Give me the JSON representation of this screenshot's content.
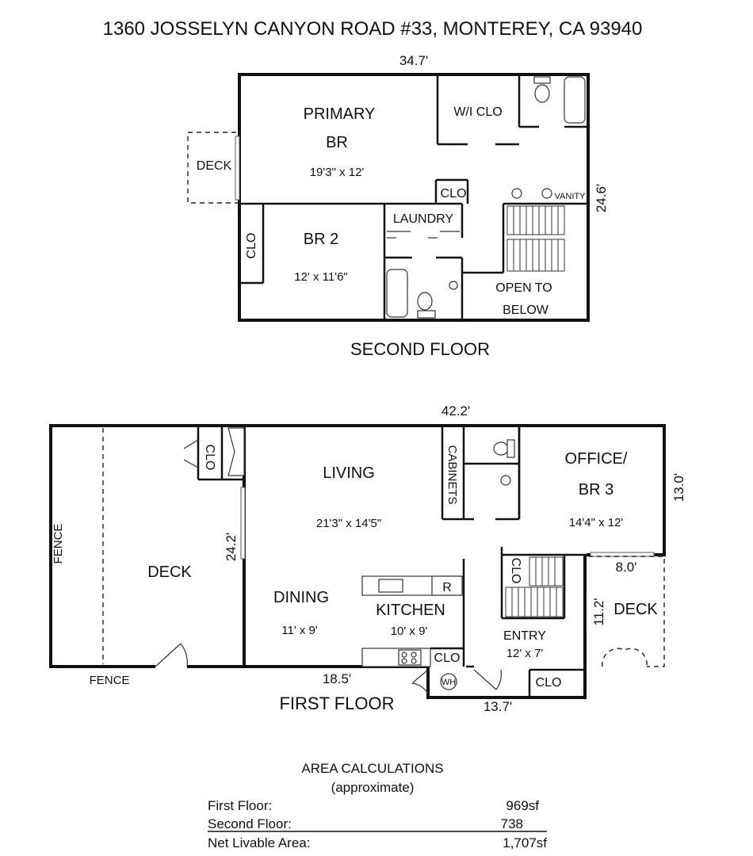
{
  "title": "1360 JOSSELYN CANYON ROAD #33, MONTEREY, CA 93940",
  "second_floor": {
    "label": "SECOND FLOOR",
    "width": "34.7'",
    "depth": "24.6'",
    "rooms": {
      "primary_line1": "PRIMARY",
      "primary_line2": "BR",
      "primary_dim": "19'3\" x 12'",
      "wi_clo": "W/I CLO",
      "deck": "DECK",
      "clo_primary": "CLO",
      "vanity": "VANITY",
      "laundry": "LAUNDRY",
      "br2": "BR 2",
      "br2_dim": "12' x 11'6\"",
      "clo_br2": "CLO",
      "open_line1": "OPEN TO",
      "open_line2": "BELOW"
    }
  },
  "first_floor": {
    "label": "FIRST FLOOR",
    "width": "42.2'",
    "depth_left": "24.2'",
    "depth_right": "13.0'",
    "bottom_left": "18.5'",
    "bottom_mid": "13.7'",
    "deck_w": "8.0'",
    "deck_d": "11.2'",
    "rooms": {
      "fence_left": "FENCE",
      "fence_bottom": "FENCE",
      "deck_left": "DECK",
      "clo_fireplace": "CLO",
      "living": "LIVING",
      "living_dim": "21'3\" x 14'5\"",
      "cabinets": "CABINETS",
      "office_line1": "OFFICE/",
      "office_line2": "BR 3",
      "office_dim": "14'4\" x 12'",
      "clo_stair": "CLO",
      "dining": "DINING",
      "dining_dim": "11' x 9'",
      "kitchen": "KITCHEN",
      "kitchen_dim": "10' x 9'",
      "fridge": "R",
      "clo_kitchen": "CLO",
      "wh": "WH",
      "entry": "ENTRY",
      "entry_dim": "12' x 7'",
      "clo_entry": "CLO",
      "deck_right": "DECK"
    }
  },
  "area": {
    "heading": "AREA CALCULATIONS",
    "subheading": "(approximate)",
    "rows": [
      {
        "label": "First Floor:",
        "value": "969sf"
      },
      {
        "label": "Second Floor:",
        "value": "738"
      },
      {
        "label": "Net Livable Area:",
        "value": "1,707sf"
      }
    ]
  }
}
